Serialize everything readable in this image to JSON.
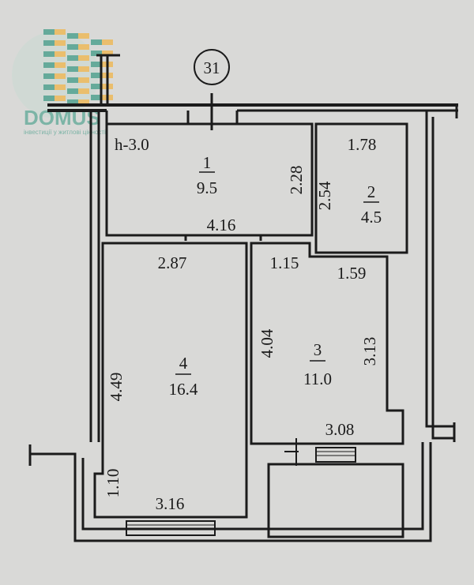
{
  "axis_marker": "31",
  "height_note": "h-3.0",
  "rooms": [
    {
      "number": "1",
      "area": "9.5"
    },
    {
      "number": "2",
      "area": "4.5"
    },
    {
      "number": "3",
      "area": "11.0"
    },
    {
      "number": "4",
      "area": "16.4"
    }
  ],
  "dimensions": {
    "r1_right": "2.28",
    "r1_bottom": "4.16",
    "r2_top": "1.78",
    "r2_left": "2.54",
    "r4_top": "2.87",
    "r4_left": "4.49",
    "r4_bottom_left": "1.10",
    "r4_bottom": "3.16",
    "r3_top_left": "1.15",
    "r3_top_right": "1.59",
    "r3_left": "4.04",
    "r3_right": "3.13",
    "r3_bottom": "3.08"
  },
  "watermark": {
    "brand": "DOMUS",
    "tagline": "інвестиції у житлові цінності"
  }
}
